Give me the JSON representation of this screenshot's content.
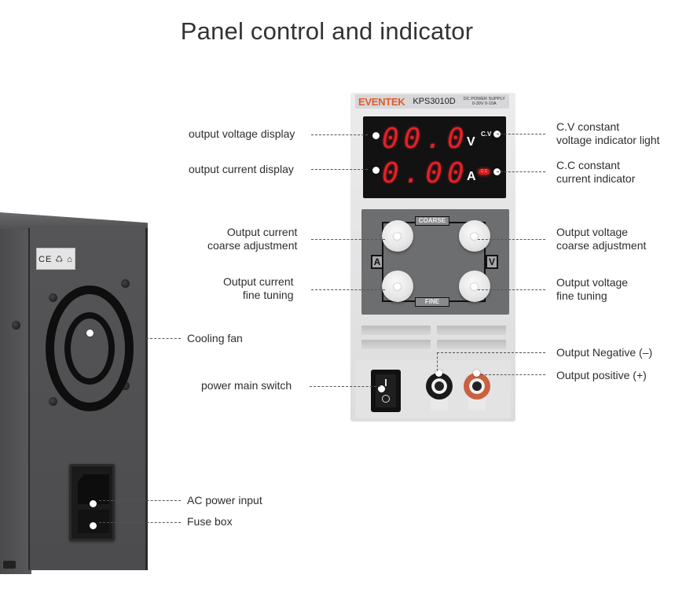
{
  "title": "Panel control and indicator",
  "device": {
    "brand": "EVENTEK",
    "model": "KPS3010D",
    "spec_line1": "DC POWER SUPPLY",
    "spec_line2": "0-30V  0-10A",
    "voltage_reading": "00.0",
    "current_reading": "0.00",
    "voltage_unit": "V",
    "current_unit": "A",
    "cv_label": "C.V",
    "cc_label": "C.C",
    "coarse_label": "COARSE",
    "fine_label": "FINE",
    "current_knob_label": "A",
    "voltage_knob_label": "V",
    "cert_marks": "CE ♺ ⌂",
    "colors": {
      "brand": "#e25a2a",
      "display_digits": "#e3202a",
      "cc_led": "#d81c1c",
      "positive_terminal": "#c96040"
    }
  },
  "callouts": {
    "left": [
      {
        "id": "output-voltage-display",
        "text": "output voltage display"
      },
      {
        "id": "output-current-display",
        "text": "output current display"
      },
      {
        "id": "output-current-coarse",
        "line1": "Output current",
        "line2": "coarse adjustment"
      },
      {
        "id": "output-current-fine",
        "line1": "Output current",
        "line2": "fine tuning"
      },
      {
        "id": "power-main-switch",
        "text": "power main switch"
      }
    ],
    "right": [
      {
        "id": "cv-indicator",
        "line1": "C.V constant",
        "line2": "voltage indicator light"
      },
      {
        "id": "cc-indicator",
        "line1": "C.C constant",
        "line2": "current indicator"
      },
      {
        "id": "output-voltage-coarse",
        "line1": "Output voltage",
        "line2": "coarse adjustment"
      },
      {
        "id": "output-voltage-fine",
        "line1": "Output voltage",
        "line2": "fine tuning"
      },
      {
        "id": "output-negative",
        "text": "Output Negative (–)"
      },
      {
        "id": "output-positive",
        "text": "Output positive (+)"
      }
    ],
    "back": [
      {
        "id": "cooling-fan",
        "text": "Cooling fan"
      },
      {
        "id": "ac-power-input",
        "text": "AC power input"
      },
      {
        "id": "fuse-box",
        "text": "Fuse box"
      }
    ]
  }
}
